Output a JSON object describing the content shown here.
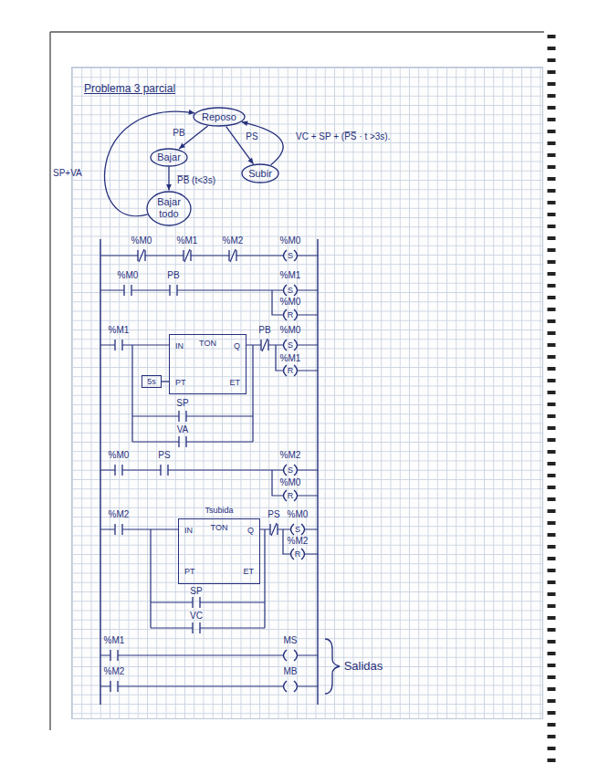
{
  "diagram": {
    "title": "Problema 3 parcial",
    "nodes": [
      {
        "text": [
          "Reposo"
        ]
      },
      {
        "text": [
          "Bajar"
        ]
      },
      {
        "text": [
          "Subir"
        ]
      },
      {
        "text": [
          "Bajar todo"
        ]
      },
      {
        "text": [
          "IN",
          "TON",
          "Q",
          "PT",
          "ET"
        ]
      },
      {
        "text": [
          "5s"
        ]
      },
      {
        "text": [
          "Tsubida",
          "TON",
          "IN",
          "Q",
          "PT",
          "ET"
        ]
      }
    ],
    "edges": [
      {
        "from": 0,
        "to": 1,
        "label": "PB",
        "arrow": "to"
      },
      {
        "from": 0,
        "to": 2,
        "label": "PS",
        "arrow": "to"
      },
      {
        "from": 2,
        "to": 0,
        "label": "VC + SP + (P̅S̅ · t >3s).",
        "arrow": "to"
      },
      {
        "from": 1,
        "to": 3,
        "label": "P̅B̅ (t<3s)",
        "arrow": "to"
      },
      {
        "from": 3,
        "to": 0,
        "label": "SP+VA",
        "arrow": "to"
      },
      {
        "from": 5,
        "to": 4,
        "arrow": "none"
      }
    ],
    "labels": [
      "%M0",
      "%M1",
      "%M2",
      "%M0",
      "S",
      "%M0",
      "PB",
      "%M1",
      "S",
      "%M0",
      "R",
      "%M1",
      "PB",
      "%M0",
      "S",
      "%M1",
      "R",
      "SP",
      "VA",
      "%M0",
      "PS",
      "%M2",
      "S",
      "%M0",
      "R",
      "%M2",
      "PS",
      "%M0",
      "S",
      "%M2",
      "R",
      "SP",
      "VC",
      "%M1",
      "MS",
      "%M2",
      "MB",
      "Salidas"
    ]
  }
}
